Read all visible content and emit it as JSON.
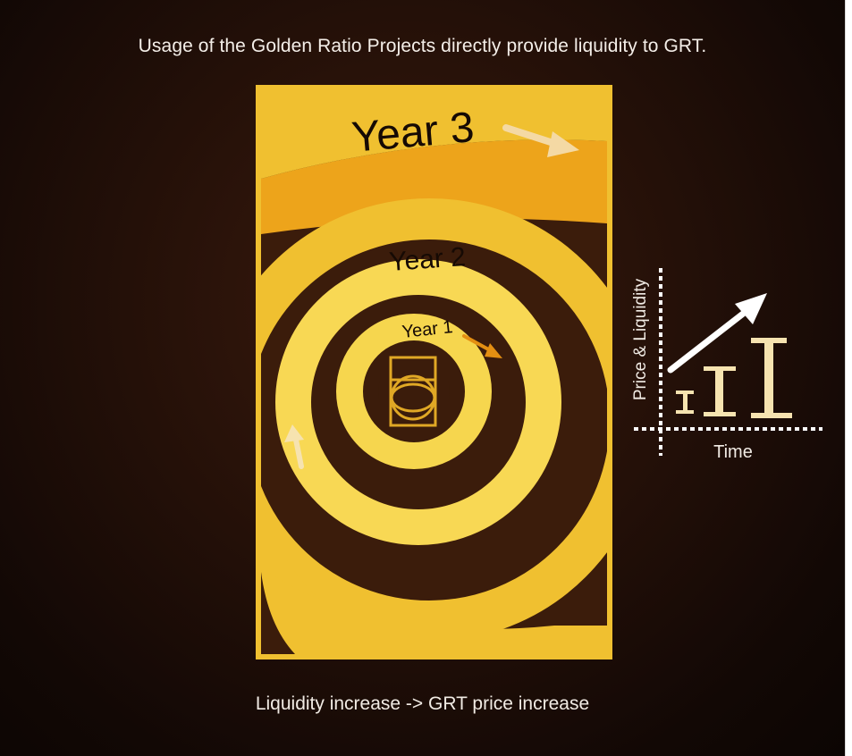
{
  "header": {
    "title": "Usage of the Golden Ratio Projects directly provide liquidity to GRT."
  },
  "spiral": {
    "labels": [
      "Year 3",
      "Year 2",
      "Year 1"
    ]
  },
  "mini_chart": {
    "y_label": "Price & Liquidity",
    "x_label": "Time"
  },
  "footer": {
    "caption": "Liquidity increase -> GRT price increase"
  },
  "colors": {
    "background": "#1c0c06",
    "spiral_dark": "#3b1c0b",
    "gold": "#f0c030",
    "gold_light": "#f8d854",
    "orange": "#eda41b",
    "arrow_light": "#f6e3b0"
  }
}
